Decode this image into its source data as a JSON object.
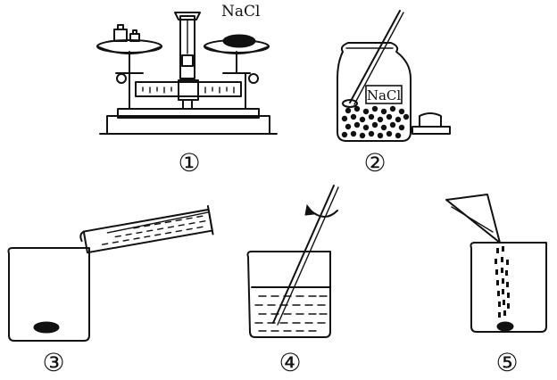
{
  "labels": {
    "balance_sample": "NaCl",
    "jar_label": "NaCl"
  },
  "steps": [
    "①",
    "②",
    "③",
    "④",
    "⑤"
  ]
}
